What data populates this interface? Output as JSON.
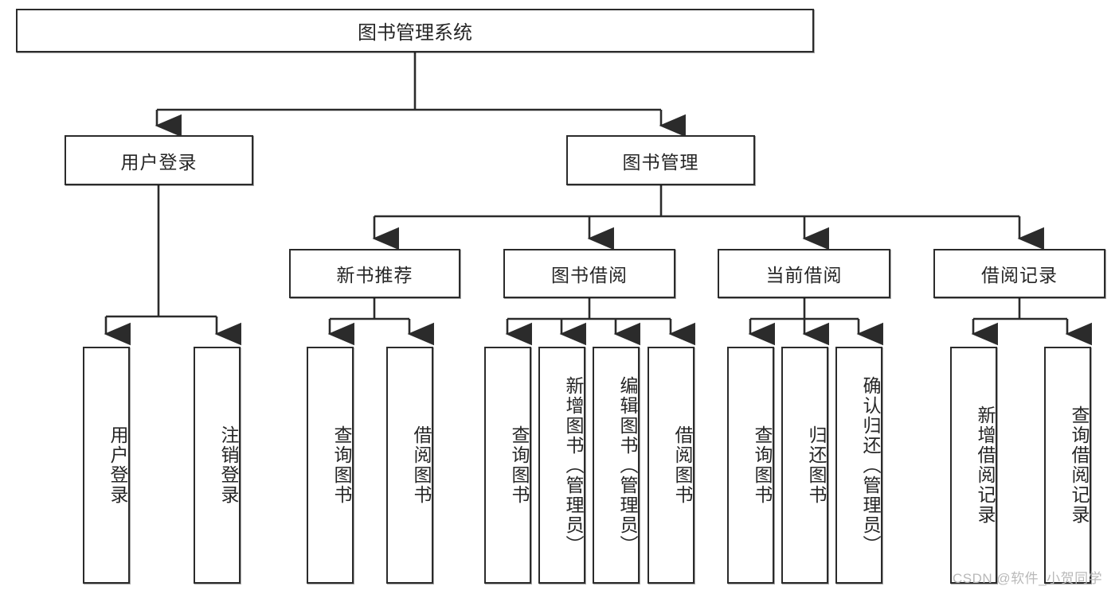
{
  "diagram": {
    "type": "tree",
    "title": "图书管理系统",
    "root": {
      "label": "图书管理系统"
    },
    "level2": [
      {
        "label": "用户登录"
      },
      {
        "label": "图书管理"
      }
    ],
    "level3": [
      {
        "label": "新书推荐"
      },
      {
        "label": "图书借阅"
      },
      {
        "label": "当前借阅"
      },
      {
        "label": "借阅记录"
      }
    ],
    "leaves": {
      "user_login": [
        {
          "label": "用户登录"
        },
        {
          "label": "注销登录"
        }
      ],
      "new_book_recommend": [
        {
          "label": "查询图书"
        },
        {
          "label": "借阅图书"
        }
      ],
      "book_borrow": [
        {
          "label": "查询图书"
        },
        {
          "label": "新增图书（管理员）"
        },
        {
          "label": "编辑图书（管理员）"
        },
        {
          "label": "借阅图书"
        }
      ],
      "current_borrow": [
        {
          "label": "查询图书"
        },
        {
          "label": "归还图书"
        },
        {
          "label": "确认归还（管理员）"
        }
      ],
      "borrow_records": [
        {
          "label": "新增借阅记录"
        },
        {
          "label": "查询借阅记录"
        }
      ]
    }
  },
  "watermark": {
    "text": "CSDN @软件_小贺同学"
  },
  "colors": {
    "stroke": "#2b2b2b",
    "text": "#262626",
    "background": "#ffffff",
    "watermark": "#b9b9b9"
  }
}
